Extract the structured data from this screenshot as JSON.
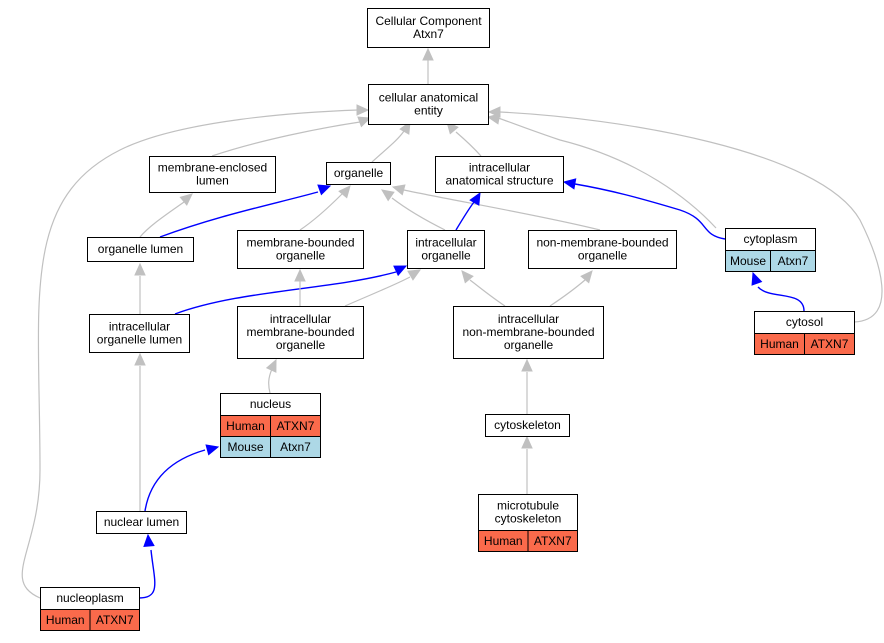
{
  "colors": {
    "human": "#fa6a4b",
    "mouse": "#add8e6",
    "edge_isa": "#c0c0c0",
    "edge_partof": "#0000ff"
  },
  "nodes": {
    "root": {
      "lines": [
        "Cellular Component",
        "Atxn7"
      ]
    },
    "cae": {
      "lines": [
        "cellular anatomical",
        "entity"
      ]
    },
    "mel": {
      "lines": [
        "membrane-enclosed",
        "lumen"
      ]
    },
    "org": {
      "lines": [
        "organelle"
      ]
    },
    "ias": {
      "lines": [
        "intracellular",
        "anatomical structure"
      ]
    },
    "orglum": {
      "lines": [
        "organelle lumen"
      ]
    },
    "mbo": {
      "lines": [
        "membrane-bounded",
        "organelle"
      ]
    },
    "io": {
      "lines": [
        "intracellular",
        "organelle"
      ]
    },
    "nmbo": {
      "lines": [
        "non-membrane-bounded",
        "organelle"
      ]
    },
    "cyto": {
      "lines": [
        "cytoplasm"
      ],
      "cells": [
        {
          "label": "Mouse",
          "species": "mouse"
        },
        {
          "label": "Atxn7",
          "species": "mouse"
        }
      ]
    },
    "iol": {
      "lines": [
        "intracellular",
        "organelle lumen"
      ]
    },
    "imbo": {
      "lines": [
        "intracellular",
        "membrane-bounded",
        "organelle"
      ]
    },
    "inmbo": {
      "lines": [
        "intracellular",
        "non-membrane-bounded",
        "organelle"
      ]
    },
    "cytosol": {
      "lines": [
        "cytosol"
      ],
      "cells": [
        {
          "label": "Human",
          "species": "human"
        },
        {
          "label": "ATXN7",
          "species": "human"
        }
      ]
    },
    "nucleus": {
      "lines": [
        "nucleus"
      ],
      "cells": [
        {
          "label": "Human",
          "species": "human"
        },
        {
          "label": "ATXN7",
          "species": "human"
        },
        {
          "label": "Mouse",
          "species": "mouse"
        },
        {
          "label": "Atxn7",
          "species": "mouse"
        }
      ]
    },
    "cytosk": {
      "lines": [
        "cytoskeleton"
      ]
    },
    "nuclum": {
      "lines": [
        "nuclear lumen"
      ]
    },
    "mtcs": {
      "lines": [
        "microtubule",
        "cytoskeleton"
      ],
      "cells": [
        {
          "label": "Human",
          "species": "human"
        },
        {
          "label": "ATXN7",
          "species": "human"
        }
      ]
    },
    "nucleo": {
      "lines": [
        "nucleoplasm"
      ],
      "cells": [
        {
          "label": "Human",
          "species": "human"
        },
        {
          "label": "ATXN7",
          "species": "human"
        }
      ]
    }
  },
  "edges": [
    {
      "from": "cae",
      "to": "root",
      "type": "is_a"
    },
    {
      "from": "mel",
      "to": "cae",
      "type": "is_a"
    },
    {
      "from": "org",
      "to": "cae",
      "type": "is_a"
    },
    {
      "from": "ias",
      "to": "cae",
      "type": "is_a"
    },
    {
      "from": "cyto",
      "to": "cae",
      "type": "is_a"
    },
    {
      "from": "cytosol",
      "to": "cae",
      "type": "is_a"
    },
    {
      "from": "nucleo",
      "to": "cae",
      "type": "is_a"
    },
    {
      "from": "orglum",
      "to": "mel",
      "type": "is_a"
    },
    {
      "from": "orglum",
      "to": "org",
      "type": "part_of"
    },
    {
      "from": "mbo",
      "to": "org",
      "type": "is_a"
    },
    {
      "from": "io",
      "to": "org",
      "type": "is_a"
    },
    {
      "from": "nmbo",
      "to": "org",
      "type": "is_a"
    },
    {
      "from": "io",
      "to": "ias",
      "type": "part_of"
    },
    {
      "from": "cyto",
      "to": "ias",
      "type": "part_of"
    },
    {
      "from": "iol",
      "to": "orglum",
      "type": "is_a"
    },
    {
      "from": "iol",
      "to": "io",
      "type": "part_of"
    },
    {
      "from": "imbo",
      "to": "mbo",
      "type": "is_a"
    },
    {
      "from": "imbo",
      "to": "io",
      "type": "is_a"
    },
    {
      "from": "inmbo",
      "to": "io",
      "type": "is_a"
    },
    {
      "from": "inmbo",
      "to": "nmbo",
      "type": "is_a"
    },
    {
      "from": "cytosol",
      "to": "cyto",
      "type": "part_of"
    },
    {
      "from": "nucleus",
      "to": "imbo",
      "type": "is_a"
    },
    {
      "from": "cytosk",
      "to": "inmbo",
      "type": "is_a"
    },
    {
      "from": "nuclum",
      "to": "iol",
      "type": "is_a"
    },
    {
      "from": "nuclum",
      "to": "nucleus",
      "type": "part_of"
    },
    {
      "from": "mtcs",
      "to": "cytosk",
      "type": "is_a"
    },
    {
      "from": "nucleo",
      "to": "nuclum",
      "type": "part_of"
    }
  ]
}
